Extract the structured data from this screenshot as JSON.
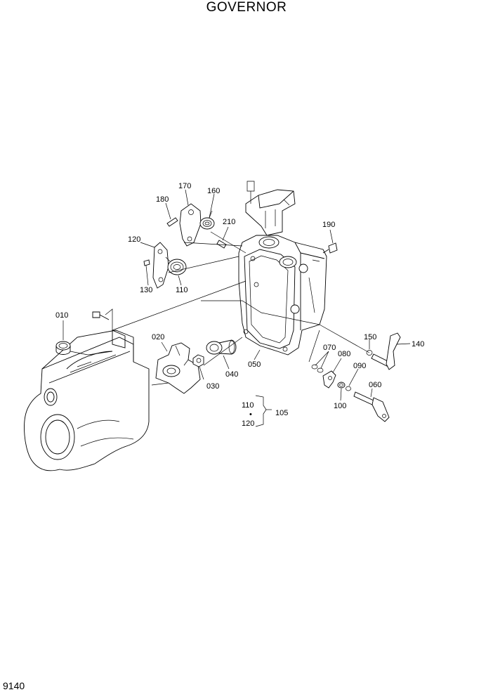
{
  "title": "GOVERNOR",
  "page_number": "9140",
  "callouts": {
    "c010": "010",
    "c020": "020",
    "c030": "030",
    "c040": "040",
    "c050": "050",
    "c060": "060",
    "c070": "070",
    "c080": "080",
    "c090": "090",
    "c100": "100",
    "c105": "105",
    "c110": "110",
    "c120": "120",
    "c120b": "120",
    "c130": "130",
    "c140": "140",
    "c150": "150",
    "c160": "160",
    "c170": "170",
    "c180": "180",
    "c190": "190",
    "c210": "210"
  },
  "kit_separator": "•"
}
